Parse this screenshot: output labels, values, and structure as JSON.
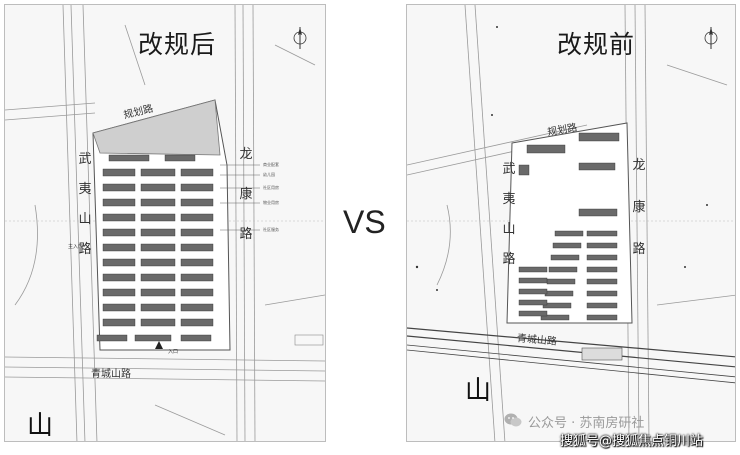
{
  "titles": {
    "after": "改规后",
    "before": "改规前"
  },
  "vs_label": "VS",
  "after_panel": {
    "road_planned": "规划路",
    "road_wuyishan": [
      "武",
      "夷",
      "山",
      "路"
    ],
    "road_longkang": [
      "龙",
      "康",
      "路"
    ],
    "road_qingcheng": "青城山路",
    "entrance_label": "主入口",
    "gate_label": "入口",
    "mountain_char": "山",
    "notes": [
      "商业配套",
      "幼儿园",
      "社区用房",
      "物业用房",
      "社区服务"
    ]
  },
  "before_panel": {
    "road_planned": "规划路",
    "road_wuyishan": [
      "武",
      "夷",
      "山",
      "路"
    ],
    "road_longkang": [
      "龙",
      "康",
      "路"
    ],
    "road_qingcheng": "青城山路",
    "mountain_char": "山"
  },
  "watermarks": {
    "official_account": "公众号 · 苏南房研社",
    "sohu": "搜狐号@搜狐焦点铜川站"
  },
  "colors": {
    "building_fill": "#6a6a6a",
    "highlight_zone": "#cfcfcf",
    "line": "#9a9a9a"
  },
  "icons": [
    "north-arrow-icon",
    "wechat-logo-icon"
  ]
}
